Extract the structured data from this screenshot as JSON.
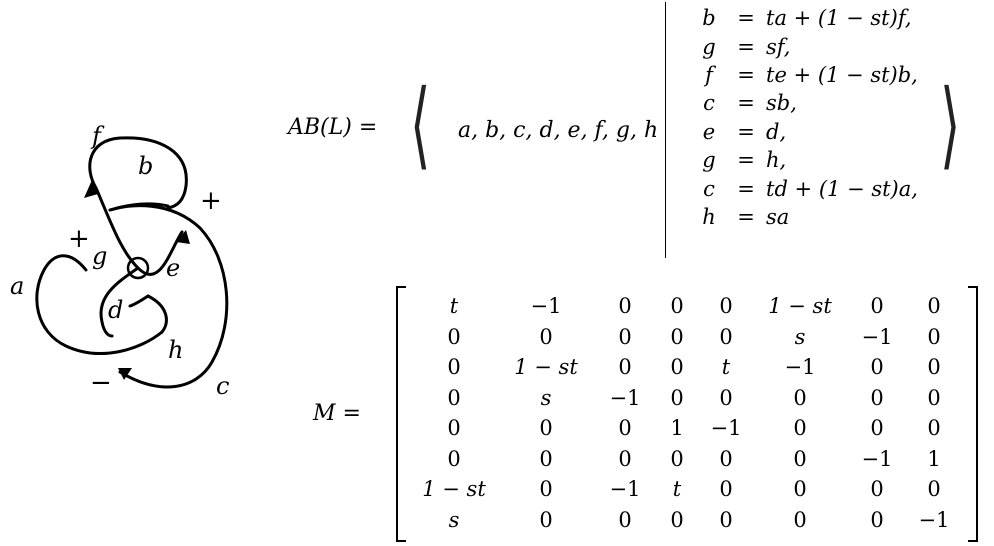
{
  "knot": {
    "arc_labels": [
      "f",
      "b",
      "a",
      "g",
      "e",
      "d",
      "h",
      "c"
    ],
    "crossing_signs": [
      "+",
      "+",
      "−"
    ]
  },
  "presentation": {
    "lhs": "AB(L) =",
    "generators": "a, b, c, d, e, f, g, h",
    "relations": [
      {
        "lhs": "b",
        "eq": "=",
        "rhs": "ta + (1 − st)f,"
      },
      {
        "lhs": "g",
        "eq": "=",
        "rhs": "sf,"
      },
      {
        "lhs": "f",
        "eq": "=",
        "rhs": "te + (1 − st)b,"
      },
      {
        "lhs": "c",
        "eq": "=",
        "rhs": "sb,"
      },
      {
        "lhs": "e",
        "eq": "=",
        "rhs": "d,"
      },
      {
        "lhs": "g",
        "eq": "=",
        "rhs": "h,"
      },
      {
        "lhs": "c",
        "eq": "=",
        "rhs": "td + (1 − st)a,"
      },
      {
        "lhs": "h",
        "eq": "=",
        "rhs": "sa"
      }
    ]
  },
  "matrix": {
    "lhs": "M =",
    "rows": [
      [
        "t",
        "−1",
        "0",
        "0",
        "0",
        "1 − st",
        "0",
        "0"
      ],
      [
        "0",
        "0",
        "0",
        "0",
        "0",
        "s",
        "−1",
        "0"
      ],
      [
        "0",
        "1 − st",
        "0",
        "0",
        "t",
        "−1",
        "0",
        "0"
      ],
      [
        "0",
        "s",
        "−1",
        "0",
        "0",
        "0",
        "0",
        "0"
      ],
      [
        "0",
        "0",
        "0",
        "1",
        "−1",
        "0",
        "0",
        "0"
      ],
      [
        "0",
        "0",
        "0",
        "0",
        "0",
        "0",
        "−1",
        "1"
      ],
      [
        "1 − st",
        "0",
        "−1",
        "t",
        "0",
        "0",
        "0",
        "0"
      ],
      [
        "s",
        "0",
        "0",
        "0",
        "0",
        "0",
        "0",
        "−1"
      ]
    ]
  }
}
